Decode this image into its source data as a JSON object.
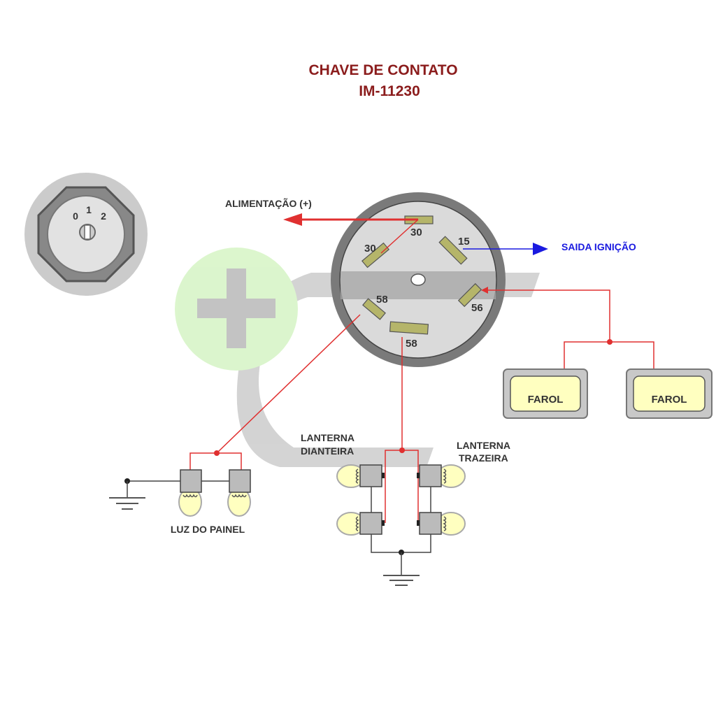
{
  "title": {
    "line1": "CHAVE DE CONTATO",
    "line2": "IM-11230"
  },
  "key_switch": {
    "positions": [
      "0",
      "1",
      "2"
    ]
  },
  "connector": {
    "pins": {
      "p30_top": "30",
      "p30_left": "30",
      "p15": "15",
      "p58_left": "58",
      "p56": "56",
      "p58_bottom": "58"
    }
  },
  "labels": {
    "alimentacao": "ALIMENTAÇÃO (+)",
    "saida_ignicao": "SAIDA IGNIÇÃO",
    "farol_left": "FAROL",
    "farol_right": "FAROL",
    "lanterna_dianteira_1": "LANTERNA",
    "lanterna_dianteira_2": "DIANTEIRA",
    "lanterna_trazeira_1": "LANTERNA",
    "lanterna_trazeira_2": "TRAZEIRA",
    "luz_do_painel": "LUZ DO PAINEL"
  },
  "colors": {
    "title": "#8b1c1c",
    "power_wire": "#e03030",
    "ignition_wire": "#1a1ae0",
    "ground_wire": "#444444",
    "pin": "#b5b56a",
    "bulb": "#ffffc0"
  }
}
